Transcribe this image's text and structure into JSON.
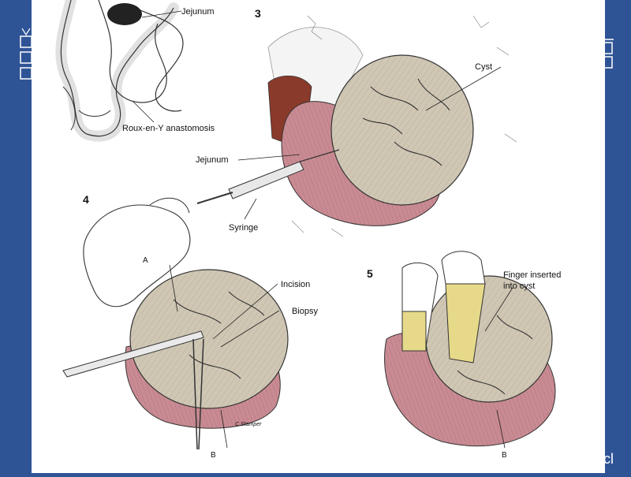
{
  "slide": {
    "background_color": "#2f5496",
    "footer_fragment": ".cl"
  },
  "figure": {
    "panel_numbers": {
      "panel3": "3",
      "panel4": "4",
      "panel5": "5"
    },
    "labels": {
      "jejunum_top": "Jejunum",
      "roux_en_y": "Roux-en-Y anastomosis",
      "cyst": "Cyst",
      "jejunum_panel3": "Jejunum",
      "syringe": "Syringe",
      "a_marker": "A",
      "incision": "Incision",
      "biopsy": "Biopsy",
      "b_marker_panel4": "B",
      "finger_line1": "Finger inserted",
      "finger_line2": "into cyst",
      "b_marker_panel5": "B"
    },
    "colors": {
      "cyst_fill": "#cfc7b4",
      "bowel_fill": "#c98b93",
      "liver_fill": "#8a3a2a",
      "glove_fill": "#e6da8a",
      "ink": "#222222"
    }
  }
}
